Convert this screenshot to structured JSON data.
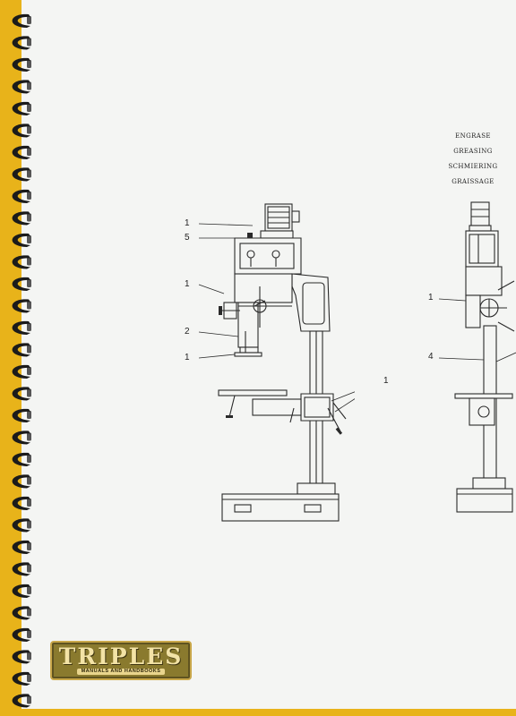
{
  "headings": [
    "ENGRASE",
    "GREASING",
    "SCHMIERING",
    "GRAISSAGE"
  ],
  "left_drawing_callouts": [
    "1",
    "5",
    "1",
    "2",
    "1",
    "1"
  ],
  "right_drawing_callouts": [
    "1",
    "4"
  ],
  "logo": {
    "word": "TRIPLES",
    "tagline": "MANUALS AND HANDBOOKS"
  },
  "colors": {
    "background": "#e8b31a",
    "paper": "#f4f5f3",
    "ink": "#2a2a2a",
    "logo_plate": "#8a7a2e"
  }
}
